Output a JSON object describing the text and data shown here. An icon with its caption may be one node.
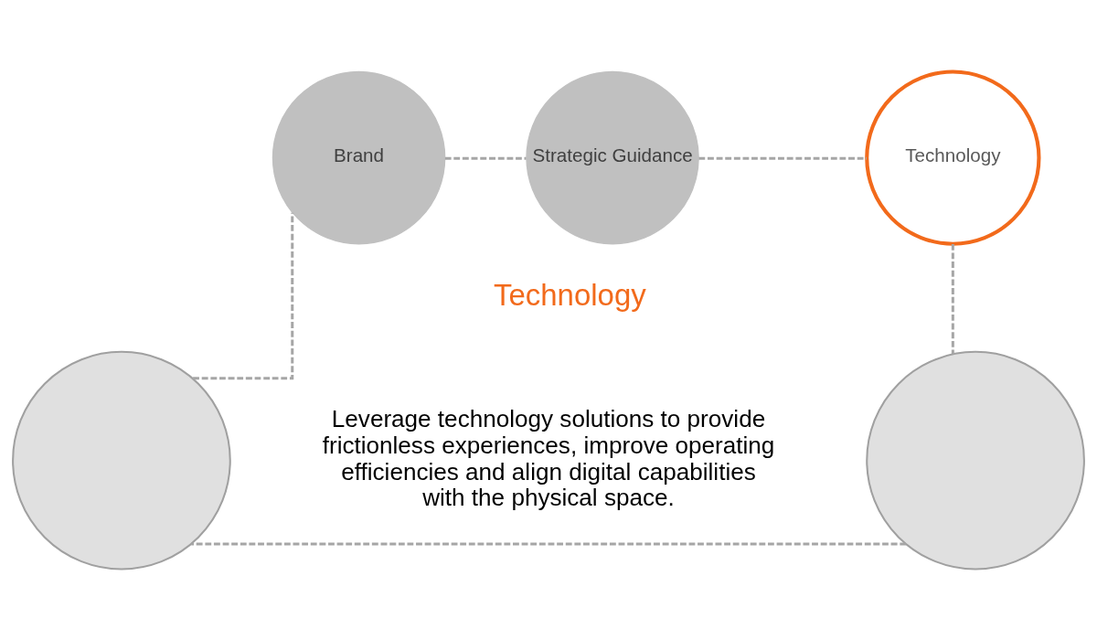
{
  "diagram": {
    "nodes": [
      {
        "text": [
          "Brand"
        ]
      },
      {
        "text": [
          "Strategic Guidance"
        ]
      },
      {
        "text": [
          "Technology"
        ]
      },
      {
        "text": [],
        "shape": "circle"
      },
      {
        "text": [],
        "shape": "circle"
      }
    ],
    "edges": [
      {
        "from": 3,
        "to": 0,
        "arrow": "none",
        "style": "dashed"
      },
      {
        "from": 0,
        "to": 1,
        "arrow": "none",
        "style": "dashed"
      },
      {
        "from": 1,
        "to": 2,
        "arrow": "none",
        "style": "dashed"
      },
      {
        "from": 2,
        "to": 4,
        "arrow": "none",
        "style": "dashed"
      },
      {
        "from": 4,
        "to": 3,
        "arrow": "none",
        "style": "dashed"
      }
    ],
    "labels": [
      "Technology",
      "Leverage technology solutions to provide frictionless experiences, improve operating efficiencies and align digital capabilities with the physical space."
    ]
  }
}
